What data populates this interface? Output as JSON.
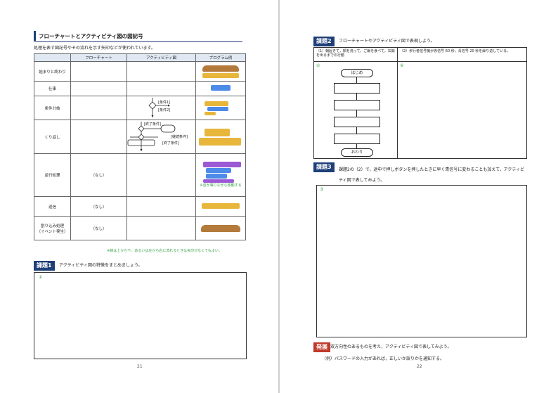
{
  "left_page": {
    "section_title": "フローチャートとアクティビティ図の図記号",
    "intro": "処理を表す図記号やその流れを示す矢印などが使われています。",
    "table": {
      "headers": [
        "",
        "フローチャート",
        "アクティビティ図",
        "プログラム例"
      ],
      "rows": [
        {
          "label": "始まりと終わり",
          "flow": "",
          "activity": ""
        },
        {
          "label": "仕事",
          "flow": "",
          "activity": ""
        },
        {
          "label": "条件分岐",
          "flow": "",
          "activity": ""
        },
        {
          "label": "くり返し",
          "flow": "",
          "activity": ""
        },
        {
          "label": "並行処理",
          "flow": "（なし）",
          "activity": ""
        },
        {
          "label": "送信",
          "flow": "（なし）",
          "activity": ""
        },
        {
          "label": "割り込み処理\n（イベント発生）",
          "flow": "（なし）",
          "activity": ""
        }
      ],
      "branch_labels": {
        "cond1": "[条件1]",
        "cond2": "[条件2]"
      },
      "loop_labels": {
        "end1": "[終了条件]",
        "cont": "[継続条件]",
        "end2": "[終了条件]"
      },
      "parallel_note": "※音が鳴りながら移動する"
    },
    "footnote": "※線は上から下、あるいは左から右に流れるときは矢印がなくてもよい。",
    "task1": {
      "badge": "課題1",
      "text": "アクティビティ図の特徴をまとめましょう。",
      "mark": "①"
    },
    "page_number": "21"
  },
  "right_page": {
    "task2": {
      "badge": "課題2",
      "text": "フローチャートやアクティビティ図で表現しよう。",
      "col1_header": "（1）朝起きて，顔を洗って，ご飯を食べて，玄関を出るまでの行動",
      "col2_header": "（2）歩行者信号機が赤信号 60 秒，青信号 20 秒を繰り返している。",
      "mark1": "①",
      "mark2": "②",
      "start": "はじめ",
      "end": "おわり"
    },
    "task3": {
      "badge": "課題3",
      "text": "課題2の（2）で，途中で押しボタンを押したときに早く青信号に変わることも加えて，アクティビティ図で表してみよう。",
      "mark": "③"
    },
    "advanced": {
      "badge": "発展",
      "text": "双方向性のあるものを考え，アクティビティ図で表してみよう。",
      "example": "（例）パスワードの入力があれば，正しいか誤りかを通知する。"
    },
    "page_number": "22"
  },
  "colors": {
    "accent": "#1e3f78",
    "badge_red": "#c0392b",
    "header_fill": "#dfe8f3",
    "mark_green": "#3aa04a"
  },
  "icons": [
    "scratch-block",
    "diamond",
    "arrow"
  ]
}
